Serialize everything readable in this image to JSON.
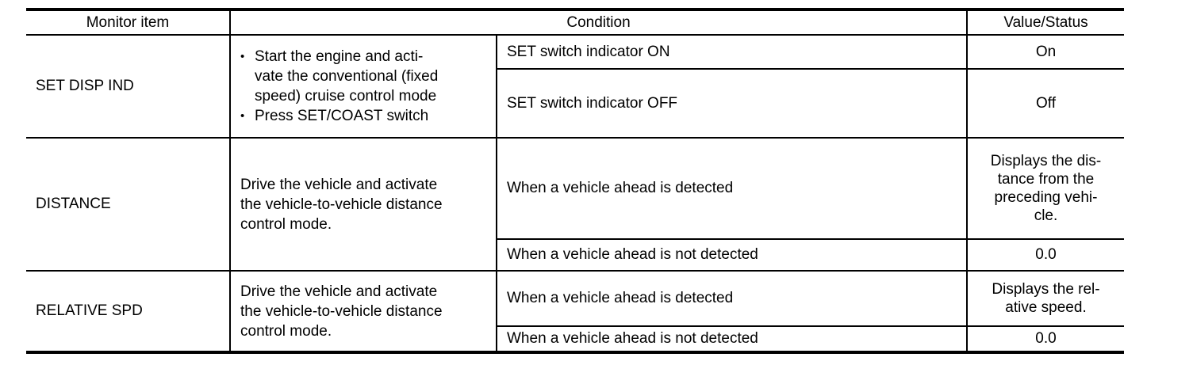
{
  "table": {
    "bullet_char": "•",
    "headers": {
      "monitor_item": "Monitor item",
      "condition": "Condition",
      "value_status": "Value/Status"
    },
    "rows": [
      {
        "monitor_item": "SET DISP IND",
        "procedure_bullets": [
          "Start the engine and acti-\nvate the conventional (fixed\nspeed) cruise control mode",
          "Press SET/COAST switch"
        ],
        "conditions": [
          {
            "condition": "SET switch indicator ON",
            "value": "On"
          },
          {
            "condition": "SET switch indicator OFF",
            "value": "Off"
          }
        ]
      },
      {
        "monitor_item": "DISTANCE",
        "procedure": "Drive the vehicle and activate\nthe vehicle-to-vehicle distance\ncontrol mode.",
        "conditions": [
          {
            "condition": "When a vehicle ahead is detected",
            "value": "Displays the dis-\ntance from the\npreceding vehi-\ncle."
          },
          {
            "condition": "When a vehicle ahead is not detected",
            "value": "0.0"
          }
        ]
      },
      {
        "monitor_item": "RELATIVE SPD",
        "procedure": "Drive the vehicle and activate\nthe vehicle-to-vehicle distance\ncontrol mode.",
        "conditions": [
          {
            "condition": "When a vehicle ahead is detected",
            "value": "Displays the rel-\native speed."
          },
          {
            "condition": "When a vehicle ahead is not detected",
            "value": "0.0"
          }
        ]
      }
    ]
  }
}
